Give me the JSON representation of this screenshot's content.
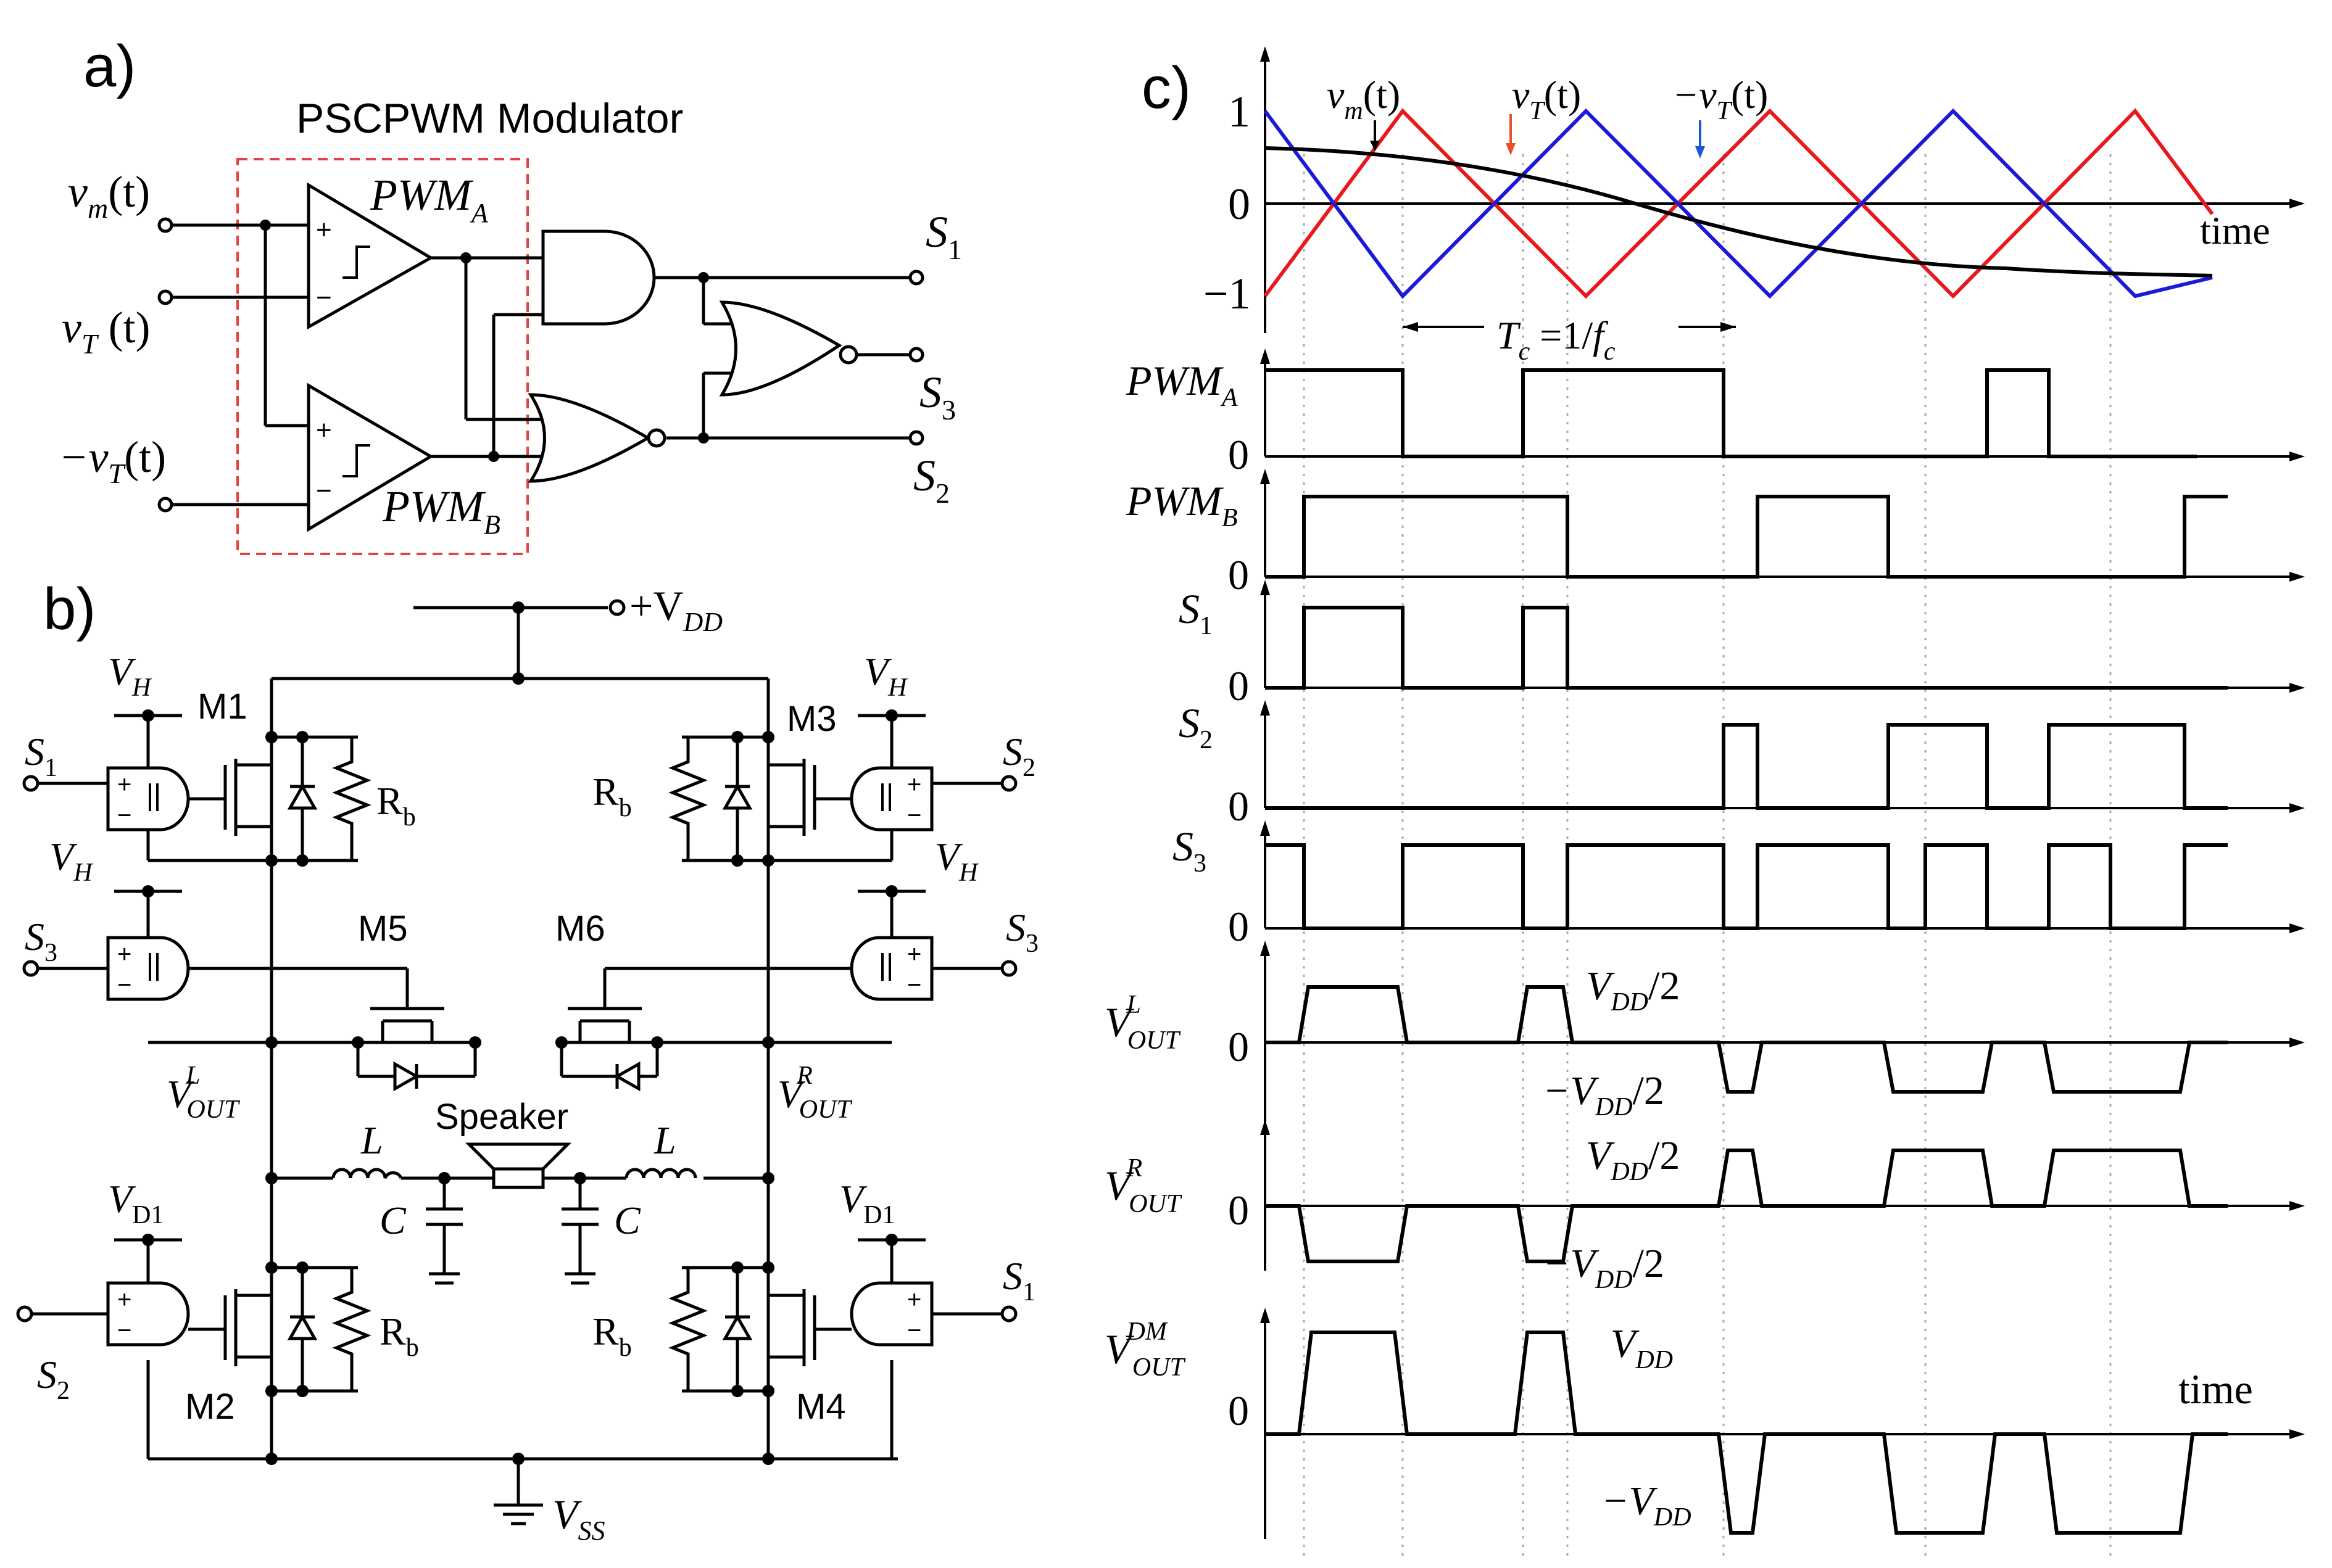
{
  "panels": {
    "a": "a)",
    "b": "b)",
    "c": "c)"
  },
  "modulator": {
    "title": "PSCPWM Modulator",
    "inputs": [
      "v",
      "m",
      "(t)",
      "v",
      "T",
      " (t)",
      "−v",
      "T",
      "(t)"
    ],
    "comp_a": [
      "PWM",
      "A"
    ],
    "comp_b": [
      "PWM",
      "B"
    ],
    "plus": "+",
    "minus": "−",
    "outputs": {
      "s1": [
        "S",
        "1"
      ],
      "s3": [
        "S",
        "3"
      ],
      "s2": [
        "S",
        "2"
      ]
    }
  },
  "bridge": {
    "vdd": [
      "+V",
      "DD"
    ],
    "vss": [
      "V",
      "SS"
    ],
    "vh": [
      "V",
      "H"
    ],
    "vd1": [
      "V",
      "D1"
    ],
    "m1": "M1",
    "m2": "M2",
    "m3": "M3",
    "m4": "M4",
    "m5": "M5",
    "m6": "M6",
    "rb": [
      "R",
      "b"
    ],
    "speaker": "Speaker",
    "l": "L",
    "c": "C",
    "voutl": [
      "V",
      "L",
      "OUT"
    ],
    "voutr": [
      "V",
      "R",
      "OUT"
    ],
    "s1": [
      "S",
      "1"
    ],
    "s2": [
      "S",
      "2"
    ],
    "s3": [
      "S",
      "3"
    ]
  },
  "timing": {
    "carrier_ticks": [
      "1",
      "0",
      "−1"
    ],
    "labels": {
      "vm": [
        "v",
        "m",
        "(t)"
      ],
      "vt": [
        "v",
        "T",
        "(t)"
      ],
      "nvt": [
        "−v",
        "T",
        "(t)"
      ],
      "time": "time",
      "period": [
        "T",
        "c",
        " =1/",
        "f",
        "c"
      ]
    },
    "rows": {
      "pwma": [
        "PWM",
        "A"
      ],
      "pwmb": [
        "PWM",
        "B"
      ],
      "s1": [
        "S",
        "1"
      ],
      "s2": [
        "S",
        "2"
      ],
      "s3": [
        "S",
        "3"
      ],
      "voutl": [
        "V",
        "L",
        "OUT"
      ],
      "voutr": [
        "V",
        "R",
        "OUT"
      ],
      "voutdm": [
        "V",
        "DM",
        "OUT"
      ]
    },
    "zero": "0",
    "levels": {
      "vdd_half": [
        "V",
        "DD",
        "/2"
      ],
      "neg_vdd_half": [
        "−V",
        "DD",
        "/2"
      ],
      "vdd": [
        "V",
        "DD"
      ],
      "neg_vdd": [
        "−V",
        "DD"
      ]
    },
    "time_bottom": "time"
  },
  "colors": {
    "carrier_vt": "#e8181c",
    "carrier_neg_vt": "#1a1ad8",
    "modulator_box": "#e84040",
    "vt_arrow": "#e8502a",
    "nvt_arrow": "#1a5ad8"
  }
}
